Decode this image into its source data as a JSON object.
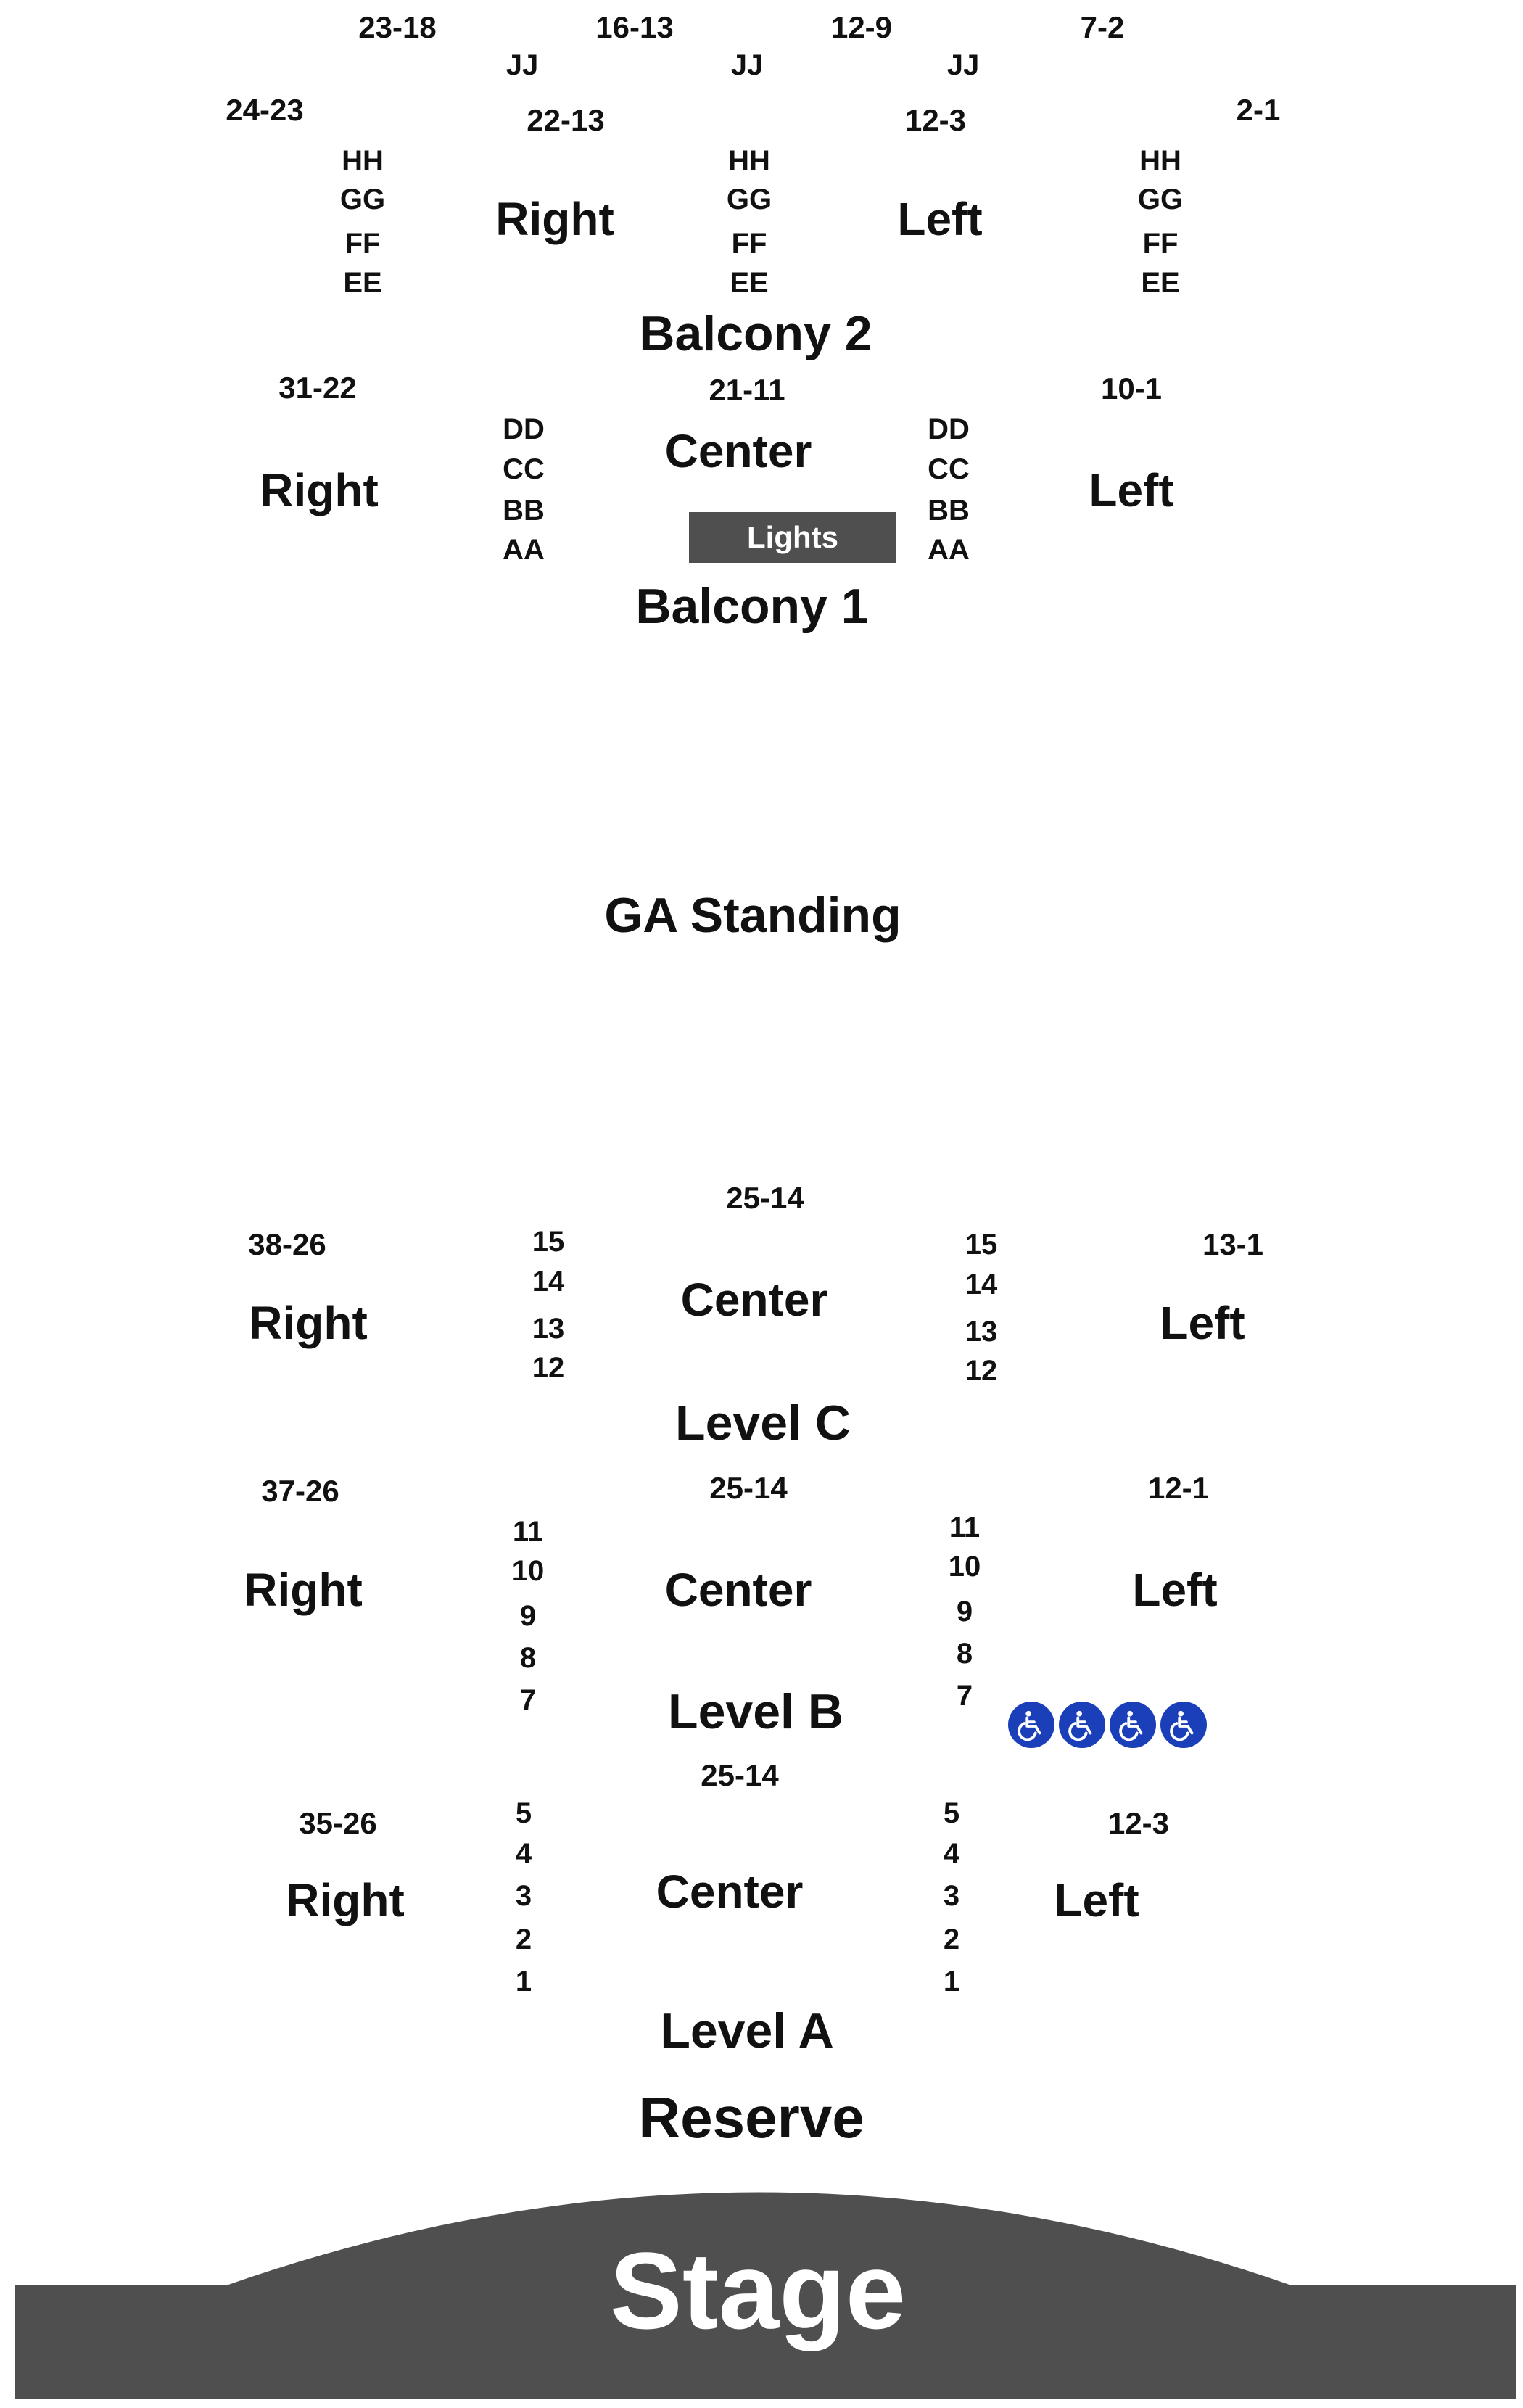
{
  "balcony2": {
    "range_1": "23-18",
    "range_2": "16-13",
    "range_3": "12-9",
    "range_4": "7-2",
    "row_jj_1": "JJ",
    "row_jj_2": "JJ",
    "row_jj_3": "JJ",
    "range_5": "24-23",
    "range_6": "22-13",
    "range_7": "12-3",
    "range_8": "2-1",
    "rows_left": [
      "HH",
      "GG",
      "FF",
      "EE"
    ],
    "rows_center": [
      "HH",
      "GG",
      "FF",
      "EE"
    ],
    "rows_right": [
      "HH",
      "GG",
      "FF",
      "EE"
    ],
    "right_label": "Right",
    "left_label": "Left",
    "title": "Balcony 2"
  },
  "balcony1": {
    "range_right": "31-22",
    "range_center": "21-11",
    "range_left": "10-1",
    "right_label": "Right",
    "center_label": "Center",
    "left_label": "Left",
    "rows_a": [
      "DD",
      "CC",
      "BB",
      "AA"
    ],
    "rows_b": [
      "DD",
      "CC",
      "BB",
      "AA"
    ],
    "lights_label": "Lights",
    "title": "Balcony 1"
  },
  "ga_standing": "GA Standing",
  "level_c": {
    "range_center": "25-14",
    "range_right": "38-26",
    "range_left": "13-1",
    "rows_a": [
      "15",
      "14",
      "13",
      "12"
    ],
    "rows_b": [
      "15",
      "14",
      "13",
      "12"
    ],
    "right_label": "Right",
    "center_label": "Center",
    "left_label": "Left",
    "title": "Level C"
  },
  "level_b": {
    "range_right": "37-26",
    "range_center": "25-14",
    "range_left": "12-1",
    "rows_a": [
      "11",
      "10",
      "9",
      "8",
      "7"
    ],
    "rows_b": [
      "11",
      "10",
      "9",
      "8",
      "7"
    ],
    "right_label": "Right",
    "center_label": "Center",
    "left_label": "Left",
    "title": "Level B"
  },
  "level_a": {
    "range_center": "25-14",
    "range_right": "35-26",
    "range_left": "12-3",
    "rows_a": [
      "5",
      "4",
      "3",
      "2",
      "1"
    ],
    "rows_b": [
      "5",
      "4",
      "3",
      "2",
      "1"
    ],
    "right_label": "Right",
    "center_label": "Center",
    "left_label": "Left",
    "title": "Level A"
  },
  "reserve": "Reserve",
  "stage": "Stage",
  "wheelchair_icons": [
    "wheelchair-icon",
    "wheelchair-icon",
    "wheelchair-icon",
    "wheelchair-icon"
  ],
  "colors": {
    "text": "#111111",
    "stage": "#4f4f4f",
    "lights": "#4f4f4f",
    "accessible": "#1a3fb8"
  }
}
